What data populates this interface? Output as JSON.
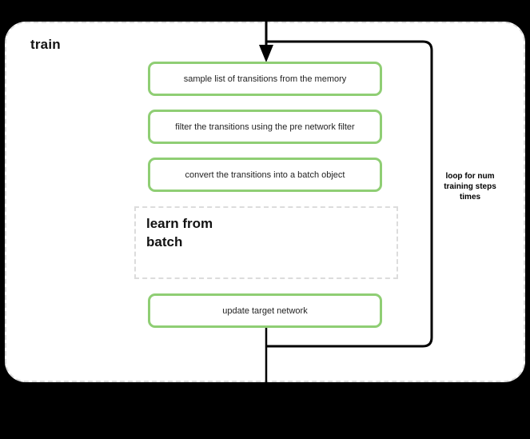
{
  "diagram": {
    "title": "train",
    "background_color": "#000000",
    "panel_color": "#ffffff",
    "accent_color": "#8fce74",
    "dashed_border_color": "#dcdcdc",
    "wire_color": "#000000"
  },
  "steps": [
    {
      "label": "sample list of transitions from the memory"
    },
    {
      "label": "filter the transitions using the pre network filter"
    },
    {
      "label": "convert the transitions into a batch object"
    },
    {
      "label": "update target network"
    }
  ],
  "subprocess": {
    "title": "learn from\nbatch"
  },
  "loop": {
    "label": "loop for num\ntraining steps\ntimes"
  }
}
